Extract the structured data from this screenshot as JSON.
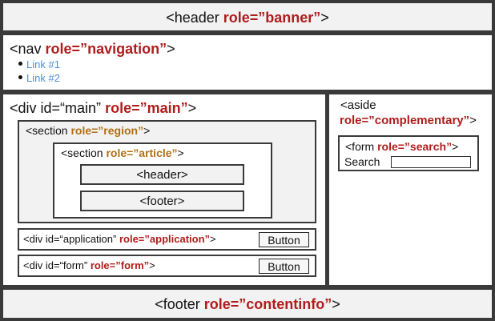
{
  "banner": {
    "open": "<header ",
    "role": "role=”banner”",
    "close": ">"
  },
  "nav": {
    "open": "<nav ",
    "role": "role=”navigation”",
    "close": ">",
    "links": [
      "Link #1",
      "Link #2"
    ]
  },
  "main": {
    "open": "<div id=“main” ",
    "role": "role=”main”",
    "close": ">"
  },
  "region": {
    "open": "<section ",
    "role": "role=”region”",
    "close": ">"
  },
  "article": {
    "open": "<section ",
    "role": "role=”article”",
    "close": ">"
  },
  "article_header": "<header>",
  "article_footer": "<footer>",
  "application": {
    "open": "<div id=“application” ",
    "role": "role=”application”",
    "close": ">",
    "button": "Button"
  },
  "form": {
    "open": "<div id=“form” ",
    "role": "role=”form”",
    "close": ">",
    "button": "Button"
  },
  "aside": {
    "line1": "<aside",
    "role": "role=”complementary”",
    "close": ">"
  },
  "search": {
    "open": "<form ",
    "role": "role=”search”",
    "close": ">",
    "label": "Search"
  },
  "contentinfo": {
    "open": "<footer ",
    "role": "role=”contentinfo”",
    "close": ">"
  },
  "colors": {
    "role_red": "#b01c1c",
    "role_orange": "#b06f14",
    "link": "#4a8fd8",
    "border": "#3a3a3a",
    "panel": "#f2f2f2"
  }
}
